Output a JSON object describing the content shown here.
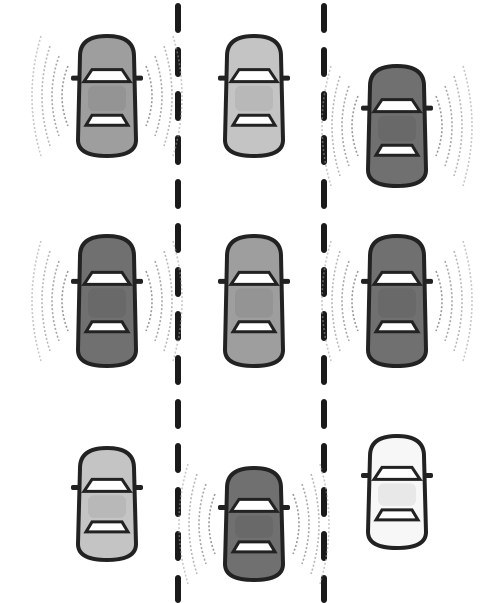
{
  "diagram": {
    "description_text": "",
    "lane_divider_color": "#1a1a1a",
    "signal_wave_color": "#9a9a9a",
    "car_outline_color": "#222222",
    "window_color": "#ffffff",
    "shades": {
      "light": "#c4c4c4",
      "medium": "#9e9e9e",
      "dark": "#707070",
      "white": "#f7f7f7"
    },
    "cars": [
      {
        "row": 1,
        "lane": 1,
        "shade": "medium",
        "waves": "both",
        "icon": "car-top-view"
      },
      {
        "row": 1,
        "lane": 2,
        "shade": "light",
        "waves": "none",
        "icon": "car-top-view"
      },
      {
        "row": 1,
        "lane": 3,
        "shade": "dark",
        "waves": "both",
        "icon": "car-top-view"
      },
      {
        "row": 2,
        "lane": 1,
        "shade": "dark",
        "waves": "both",
        "icon": "car-top-view"
      },
      {
        "row": 2,
        "lane": 2,
        "shade": "medium",
        "waves": "none",
        "icon": "car-top-view"
      },
      {
        "row": 2,
        "lane": 3,
        "shade": "dark",
        "waves": "both",
        "icon": "car-top-view"
      },
      {
        "row": 3,
        "lane": 1,
        "shade": "light",
        "waves": "none",
        "icon": "car-top-view"
      },
      {
        "row": 3,
        "lane": 2,
        "shade": "dark",
        "waves": "both",
        "icon": "car-top-view"
      },
      {
        "row": 3,
        "lane": 3,
        "shade": "white",
        "waves": "none",
        "icon": "car-top-view"
      }
    ]
  }
}
